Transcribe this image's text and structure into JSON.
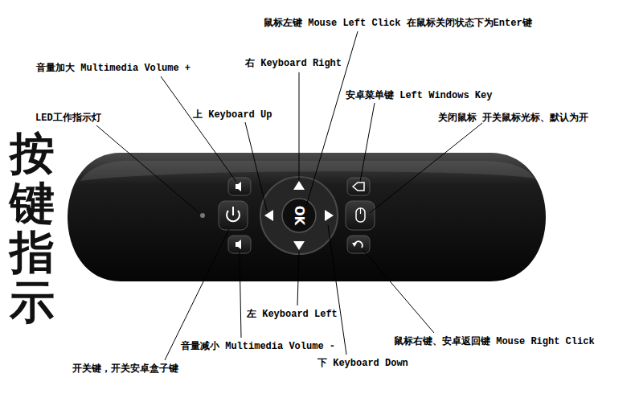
{
  "diagram": {
    "title": "按键指示",
    "labels": [
      "鼠标左键 Mouse Left Click 在鼠标关闭状态下为Enter键",
      "音量加大 Multimedia Volume +",
      "右 Keyboard Right",
      "安卓菜单键 Left Windows Key",
      "LED工作指示灯",
      "上 Keyboard Up",
      "关闭鼠标 开关鼠标光标、默认为开",
      "左 Keyboard Left",
      "鼠标右键、安卓返回键 Mouse Right Click",
      "音量减小 Multimedia Volume -",
      "开关键，开关安卓盒子键",
      "下 Keyboard Down",
      "OK"
    ]
  }
}
